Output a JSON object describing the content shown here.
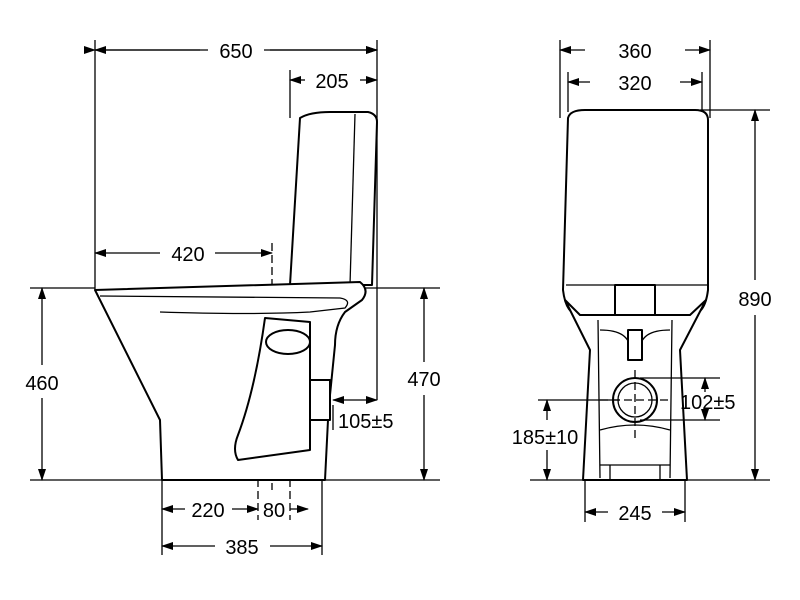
{
  "diagram": {
    "side_view": {
      "overall_depth": "650",
      "tank_depth": "205",
      "outlet_distance": "420",
      "seat_height": "460",
      "tank_seat_height": "470",
      "wall_outlet_distance": "105±5",
      "floor_front_to_outlet": "220",
      "outlet_width": "80",
      "base_depth": "385"
    },
    "front_view": {
      "overall_width": "360",
      "tank_width": "320",
      "total_height": "890",
      "outlet_diameter": "102±5",
      "outlet_height": "185±10",
      "base_width": "245"
    }
  }
}
